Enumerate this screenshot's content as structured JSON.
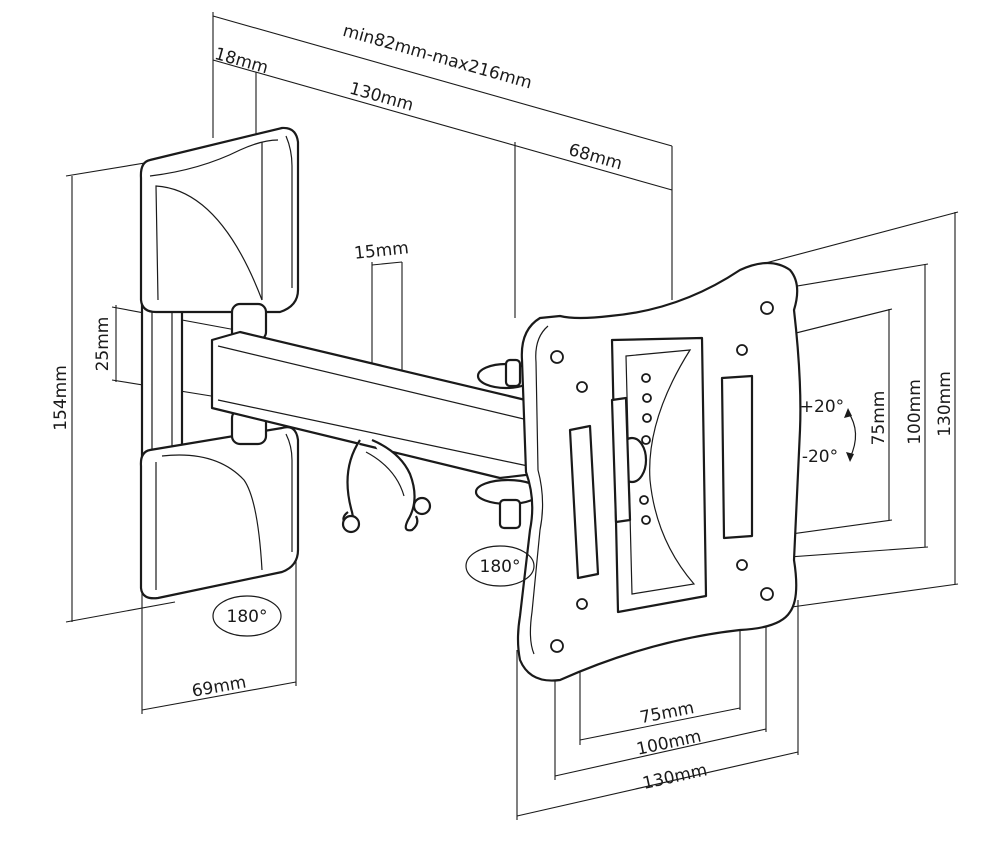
{
  "diagram": {
    "labels": {
      "overall_depth": "min82mm-max216mm",
      "wall_plate_depth": "18mm",
      "arm_length": "130mm",
      "arm_extension": "68mm",
      "arm_gap": "15mm",
      "arm_height": "25mm",
      "wall_plate_height": "154mm",
      "wall_plate_width": "69mm",
      "wall_rotation": "180°",
      "head_rotation": "180°",
      "tilt_up": "+20°",
      "tilt_down": "-20°",
      "vesa_v75": "75mm",
      "vesa_v100": "100mm",
      "vesa_v130": "130mm",
      "vesa_h75": "75mm",
      "vesa_h100": "100mm",
      "vesa_h130": "130mm"
    }
  }
}
